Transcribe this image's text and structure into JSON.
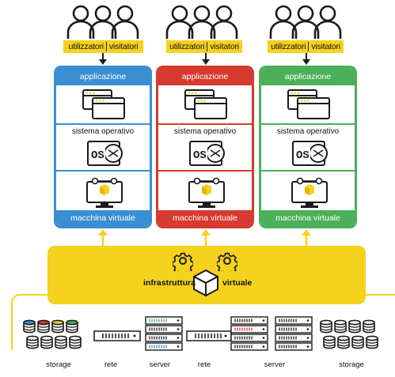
{
  "users": {
    "utilizzatori_label": "utilizzatori",
    "visitatori_label": "visitatori"
  },
  "vm": {
    "app_label": "applicazione",
    "os_label": "sistema operativo",
    "os_text": "OS",
    "vm_label": "macchina virtuale"
  },
  "infra": {
    "left_label": "infrastruttura",
    "right_label": "virtuale"
  },
  "hardware": {
    "storage_left": "storage",
    "rete_left": "rete",
    "server_left": "server",
    "rete_right": "rete",
    "server_right": "server",
    "storage_right": "storage"
  },
  "colors": {
    "blue": "#3a8fd2",
    "red": "#d73a2e",
    "green": "#4caf5a",
    "yellow": "#f5d21e",
    "dark": "#1a1a1a"
  },
  "icons": [
    "user-group-icon",
    "app-windows-icon",
    "os-disk-icon",
    "vm-monitor-icon",
    "gear-icon",
    "cube-icon",
    "storage-db-icon",
    "network-switch-icon",
    "server-rack-icon"
  ]
}
